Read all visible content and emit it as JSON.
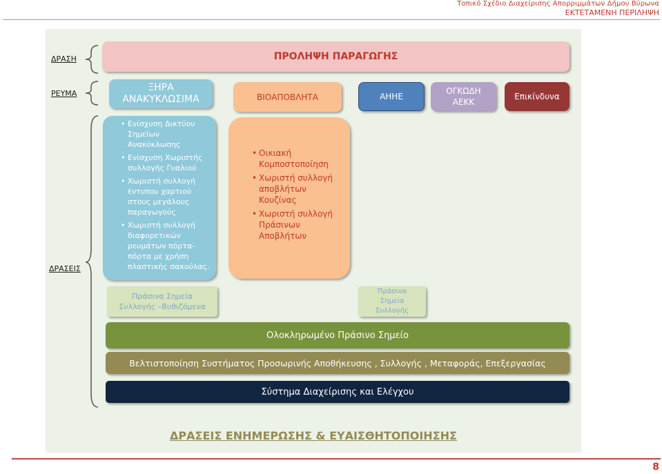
{
  "header": {
    "line1": "Τοπικό Σχέδιο Διαχείρισης Απορριμμάτων Δήμου Βύρωνα",
    "line2": "ΕΚΤΕΤΑΜΕΝΗ ΠΕΡΙΛΗΨΗ"
  },
  "labels": {
    "action": "ΔΡΑΣΗ",
    "stream": "ΡΕΥΜΑ",
    "actions": "ΔΡΑΣΕΙΣ"
  },
  "title_box": "ΠΡΟΛΗΨΗ ΠΑΡΑΓΩΓΗΣ",
  "streams": {
    "dry": "ΞΗΡΑ ΑΝΑΚΥΚΛΩΣΙΜΑ",
    "bio": "ΒΙΟΑΠΟΒΛΗΤΑ",
    "weee": "ΑΗΗΕ",
    "bulky": "ΟΓΚΩΔΗ ΑΕΚΚ",
    "hazardous": "Επικίνδυνα"
  },
  "dry_actions": [
    "Ενίσχυση Δικτύου Σημείων Ανακύκλωσης",
    "Ενίσχυση Χωριστής συλλογής Γυαλιού",
    "Χωριστή συλλογή έντυπου χαρτιού στους μεγάλους παραγωγούς",
    "Χωριστή συλλογή διαφορετικών ρευμάτων πόρτα-πόρτα με χρήση πλαστικής σακούλας."
  ],
  "bio_actions": [
    "Οικιακή Κομποστοποίηση",
    "Χωριστή συλλογή αποβλήτων Κουζίνας",
    "Χωριστή συλλογή Πράσινων Αποβλήτων"
  ],
  "green_points_underground": "Πράσινα Σημεία Συλλογής –Βυθιζόμενα",
  "green_points": "Πράσινα Σημεία Συλλογής",
  "integrated_green_point": "Ολοκληρωμένο Πράσινο Σημείο",
  "optimization": "Βελτιστοποίηση Συστήματος Προσωρινής Αποθήκευσης , Συλλογής , Μεταφοράς, Επεξεργασίας",
  "management_system": "Σύστημα Διαχείρισης και Ελέγχου",
  "awareness": "ΔΡΑΣΕΙΣ ΕΝΗΜΕΡΩΣΗΣ & ΕΥΑΙΣΘΗΤΟΠΟΙΗΣΗΣ",
  "page_number": "8",
  "colors": {
    "title_fill": "#f2c4c4",
    "title_text": "#c0392b",
    "dry_fill": "#8fc9da",
    "bio_fill": "#fac08f",
    "weee_fill": "#4f81bd",
    "bulky_fill": "#b3a2c7",
    "hazard_fill": "#953735",
    "green_light": "#d7e4bd",
    "green_dark": "#77933c",
    "olive": "#948a54",
    "navy": "#10253f"
  }
}
